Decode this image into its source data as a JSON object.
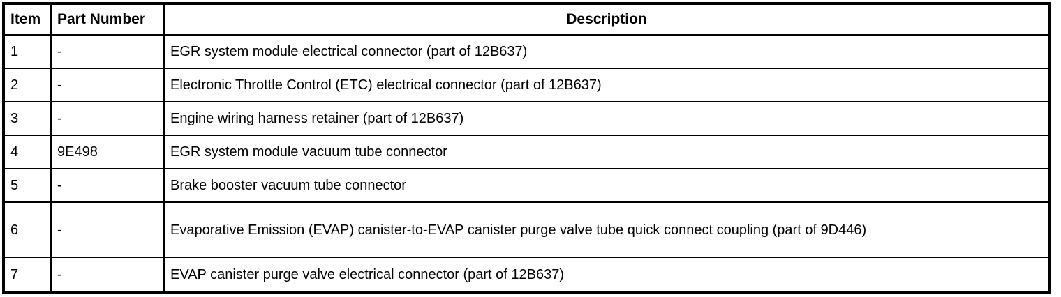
{
  "table": {
    "colors": {
      "border": "#000000",
      "text": "#000000",
      "background": "#ffffff"
    },
    "columns": {
      "item_label": "Item",
      "part_number_label": "Part Number",
      "description_label": "Description"
    },
    "rows": [
      {
        "item": "1",
        "part_number": "-",
        "description": "EGR system module electrical connector (part of 12B637)"
      },
      {
        "item": "2",
        "part_number": "-",
        "description": "Electronic Throttle Control (ETC) electrical connector (part of 12B637)"
      },
      {
        "item": "3",
        "part_number": "-",
        "description": "Engine wiring harness retainer (part of 12B637)"
      },
      {
        "item": "4",
        "part_number": "9E498",
        "description": "EGR system module vacuum tube connector"
      },
      {
        "item": "5",
        "part_number": "-",
        "description": "Brake booster vacuum tube connector"
      },
      {
        "item": "6",
        "part_number": "-",
        "description": "Evaporative Emission (EVAP) canister-to-EVAP canister purge valve tube quick connect coupling (part of 9D446)"
      },
      {
        "item": "7",
        "part_number": "-",
        "description": "EVAP canister purge valve electrical connector (part of 12B637)"
      }
    ]
  }
}
